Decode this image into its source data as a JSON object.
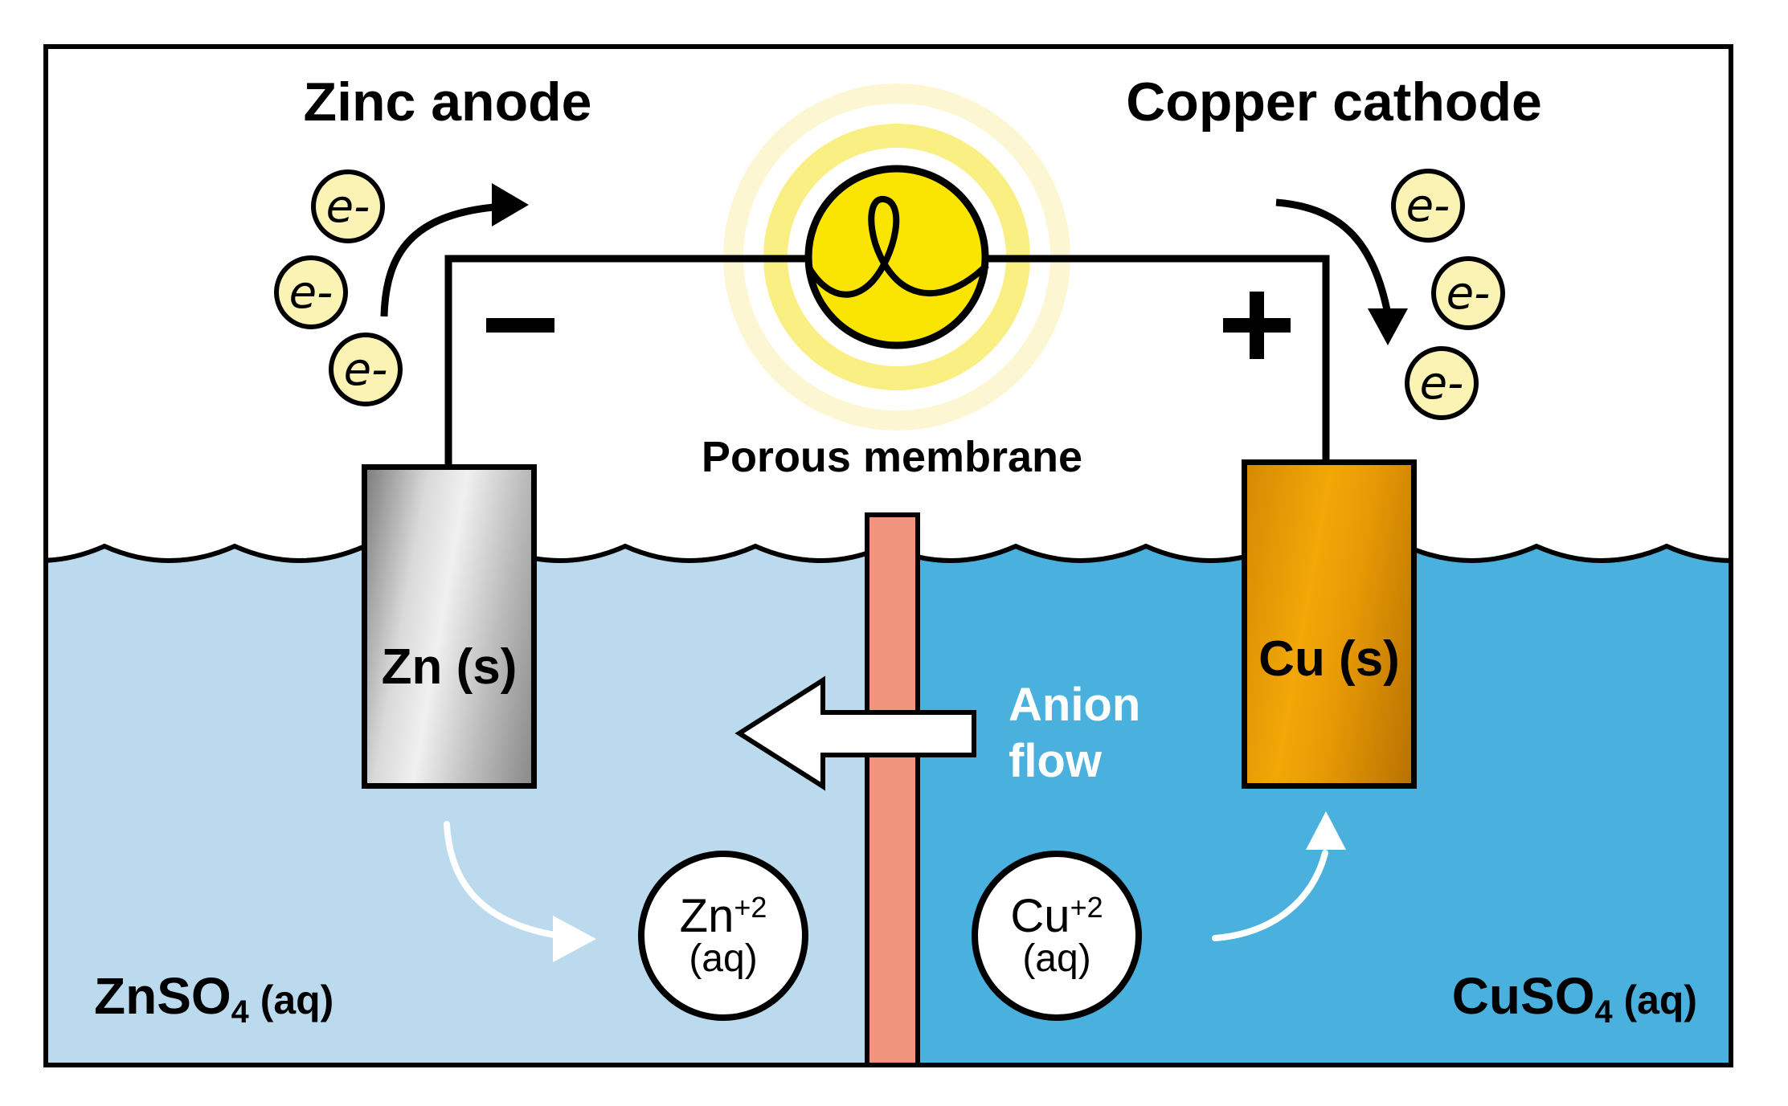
{
  "diagram": {
    "title_left": "Zinc anode",
    "title_right": "Copper cathode",
    "membrane_label": "Porous membrane",
    "anode": {
      "label": "Zn (s)"
    },
    "cathode": {
      "label": "Cu (s)"
    },
    "left_solution": {
      "formula": "ZnSO",
      "subscript": "4",
      "state": "(aq)"
    },
    "right_solution": {
      "formula": "CuSO",
      "subscript": "4",
      "state": "(aq)"
    },
    "zinc_ion": {
      "symbol": "Zn",
      "charge": "+2",
      "state": "(aq)"
    },
    "copper_ion": {
      "symbol": "Cu",
      "charge": "+2",
      "state": "(aq)"
    },
    "electron_label": "e-",
    "anion_flow": {
      "line1": "Anion",
      "line2": "flow"
    },
    "negative_sign": "−",
    "positive_sign": "+",
    "colors": {
      "left_solution": "#BCDAEE",
      "right_solution": "#4AB1DE",
      "membrane": "#F0947E",
      "bulb": "#F9E402",
      "bulb_glow_inner": "#FAEF82",
      "bulb_glow_outer": "#FCF7D2",
      "electron_fill": "#FAF3B3",
      "zinc_electrode": "#C9C9C9",
      "copper_electrode": "#E89A05",
      "outline": "#000000"
    }
  }
}
